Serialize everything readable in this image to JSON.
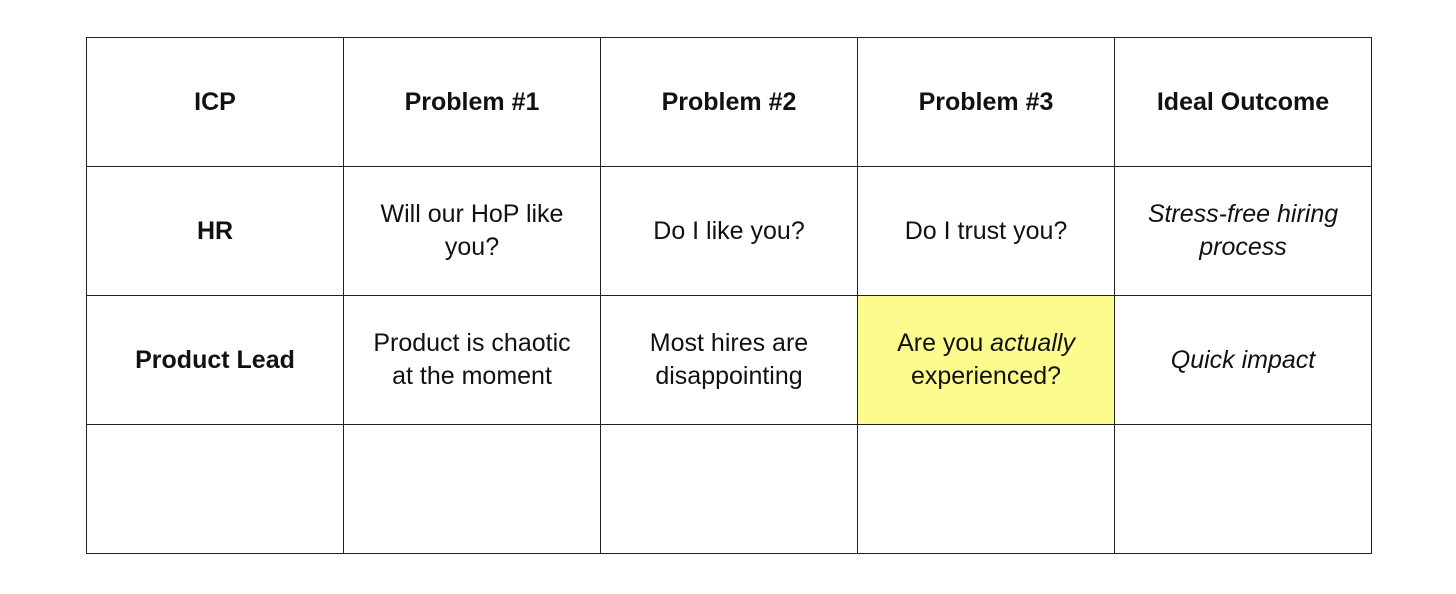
{
  "table": {
    "headers": [
      "ICP",
      "Problem #1",
      "Problem #2",
      "Problem #3",
      "Ideal Outcome"
    ],
    "rows": [
      {
        "icp": "HR",
        "problem1": "Will our HoP like you?",
        "problem2": "Do I like you?",
        "problem3": "Do I trust you?",
        "outcome": "Stress-free hiring process"
      },
      {
        "icp": "Product Lead",
        "problem1": "Product is chaotic at the moment",
        "problem2": "Most hires are disappointing",
        "problem3_pre": "Are you ",
        "problem3_em": "actually",
        "problem3_post": " experienced?",
        "outcome": "Quick impact"
      },
      {
        "icp": "",
        "problem1": "",
        "problem2": "",
        "problem3": "",
        "outcome": ""
      }
    ]
  },
  "colors": {
    "highlight": "#fbfb8e",
    "border": "#222222",
    "text": "#111111"
  }
}
